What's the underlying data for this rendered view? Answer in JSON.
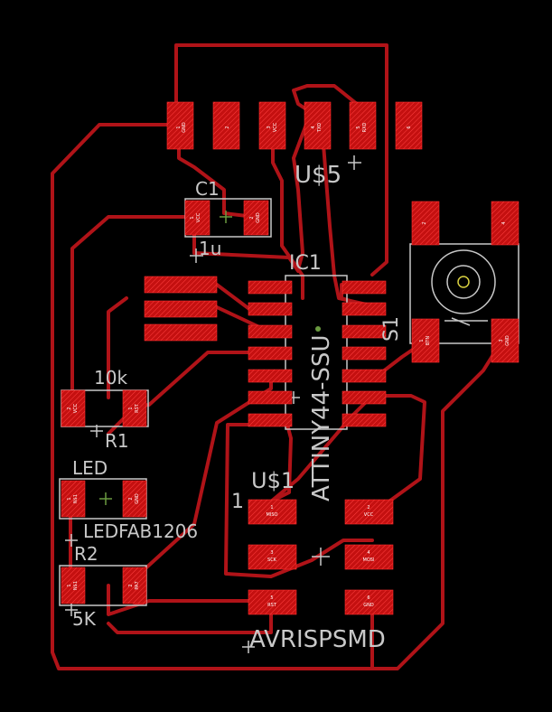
{
  "board": {
    "background": "#000000",
    "trace_color": "#b01318",
    "pad_color": "#cc1111",
    "silk_color": "#c8c8c8"
  },
  "labels": {
    "u5": "U$5",
    "c1_top": "C1",
    "c1_value": "1u",
    "ic1_name": "IC1",
    "ic1_part": "ATTINY44-SSU",
    "s1": "S1",
    "r1_value": "10k",
    "r1_name": "R1",
    "led_name": "LED",
    "led_part": "LEDFAB1206",
    "r2_name": "R2",
    "r2_value": "5K",
    "u1_name": "U$1",
    "u1_part": "AVRISPSMD",
    "u1_pin1_marker": "1"
  },
  "header_pins": [
    {
      "num": "1",
      "name": "GND"
    },
    {
      "num": "2",
      "name": ""
    },
    {
      "num": "3",
      "name": "VCC"
    },
    {
      "num": "4",
      "name": "TXD"
    },
    {
      "num": "5",
      "name": "RXD"
    },
    {
      "num": "6",
      "name": ""
    }
  ],
  "c1_pins": [
    {
      "num": "1",
      "name": "VCC"
    },
    {
      "num": "2",
      "name": "GND"
    }
  ],
  "button_pins": [
    {
      "num": "2",
      "name": ""
    },
    {
      "num": "4",
      "name": ""
    },
    {
      "num": "1",
      "name": "BTN"
    },
    {
      "num": "3",
      "name": "GND"
    }
  ],
  "r1_pins": [
    {
      "num": "2",
      "name": "VCC"
    },
    {
      "num": "1",
      "name": "RST"
    }
  ],
  "led_pins": [
    {
      "num": "1",
      "name": "N$1"
    },
    {
      "num": "2",
      "name": "GND"
    }
  ],
  "r2_pins": [
    {
      "num": "1",
      "name": "N$1"
    },
    {
      "num": "2",
      "name": "PA7"
    }
  ],
  "isp_pins": [
    {
      "num": "1",
      "name": "MISO"
    },
    {
      "num": "2",
      "name": "VCC"
    },
    {
      "num": "3",
      "name": "SCK"
    },
    {
      "num": "4",
      "name": "MOSI"
    },
    {
      "num": "5",
      "name": "RST"
    },
    {
      "num": "6",
      "name": "GND"
    }
  ]
}
